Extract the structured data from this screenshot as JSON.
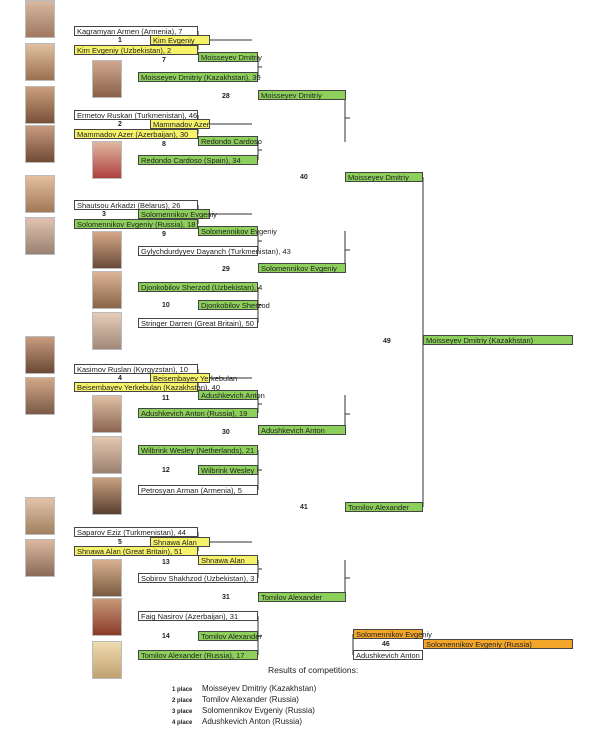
{
  "matches": {
    "m1": {
      "number": "1",
      "a": "Kagramyan Armen (Armenia), 7",
      "b": "Kim Evgeniy (Uzbekistan), 2",
      "winner": "Kim Evgeniy"
    },
    "m2": {
      "number": "2",
      "a": "Ermetov Ruskan (Turkmenistan), 46",
      "b": "Mammadov Azer (Azerbaijan), 30",
      "winner": "Mammadov Azer"
    },
    "m3": {
      "number": "3",
      "a": "Shautsou Arkadzi (Belarus), 26",
      "b": "Solomennikov Evgeniy (Russia), 18",
      "winner": "Solomennikov Evgeniy"
    },
    "m4": {
      "number": "4",
      "a": "Kasimov Ruslan (Kyrgyzstan), 10",
      "b": "Beisembayev Yerkebulan (Kazakhstan), 40",
      "winner": "Beisembayev Yerkebulan"
    },
    "m5": {
      "number": "5",
      "a": "Saparov Eziz (Turkmenistan), 44",
      "b": "Shnawa Alan (Great Britain), 51",
      "winner": "Shnawa Alan"
    },
    "m7": {
      "number": "7",
      "a": "Kim Evgeniy",
      "b": "Moisseyev Dmitriy (Kazakhstan), 39",
      "winner": "Moisseyev Dmitriy"
    },
    "m8": {
      "number": "8",
      "a": "Mammadov Azer",
      "b": "Redondo Cardoso (Spain), 34",
      "winner": "Redondo Cardoso"
    },
    "m9": {
      "number": "9",
      "a": "Solomennikov Evgeniy",
      "b": "Gylychdurdyyev Dayanch (Turkmenistan), 43",
      "winner": "Solomennikov Evgeniy"
    },
    "m10": {
      "number": "10",
      "a": "Djonkobilov Sherzod (Uzbekistan), 4",
      "b": "Stringer Darren (Great Britain), 50",
      "winner": "Djonkobilov Sherzod"
    },
    "m11": {
      "number": "11",
      "a": "Beisembayev Yerkebulan",
      "b": "Adushkevich Anton (Russia), 19",
      "winner": "Adushkevich Anton"
    },
    "m12": {
      "number": "12",
      "a": "Wilbrink Wesley (Netherlands), 21",
      "b": "Petrosyan Arman (Armenia), 5",
      "winner": "Wilbrink Wesley"
    },
    "m13": {
      "number": "13",
      "a": "Shnawa Alan",
      "b": "Sobirov Shakhzod (Uzbekistan), 3",
      "winner": "Shnawa Alan"
    },
    "m14": {
      "number": "14",
      "a": "Faig Nasirov (Azerbaijan), 31",
      "b": "Tomilov Alexander (Russia), 17",
      "winner": "Tomilov Alexander"
    },
    "m28": {
      "number": "28",
      "winner": "Moisseyev Dmitriy"
    },
    "m29": {
      "number": "29",
      "winner": "Solomennikov Evgeniy"
    },
    "m30": {
      "number": "30",
      "winner": "Adushkevich Anton"
    },
    "m31": {
      "number": "31",
      "winner": "Tomilov Alexander"
    },
    "m40": {
      "number": "40",
      "winner": "Moisseyev Dmitriy"
    },
    "m41": {
      "number": "41",
      "winner": "Tomilov Alexander"
    },
    "m49": {
      "number": "49",
      "winner": "Moisseyev Dmitriy (Kazakhstan)"
    },
    "m46": {
      "number": "46",
      "a": "Solomennikov Evgeniy",
      "b": "Adushkevich Anton",
      "winner": "Solomennikov Evgeniy (Russia)"
    }
  },
  "results": {
    "title": "Results of competitions:",
    "places": [
      {
        "label": "1 place",
        "name": "Moisseyev Dmitriy (Kazakhstan)"
      },
      {
        "label": "2 place",
        "name": "Tomilov Alexander (Russia)"
      },
      {
        "label": "3 place",
        "name": "Solomennikov Evgeniy (Russia)"
      },
      {
        "label": "4 place",
        "name": "Adushkevich Anton (Russia)"
      }
    ]
  },
  "colors": {
    "advance": "#8ccf5a",
    "prelim": "#f6f36a",
    "bronze": "#f3a62a"
  }
}
